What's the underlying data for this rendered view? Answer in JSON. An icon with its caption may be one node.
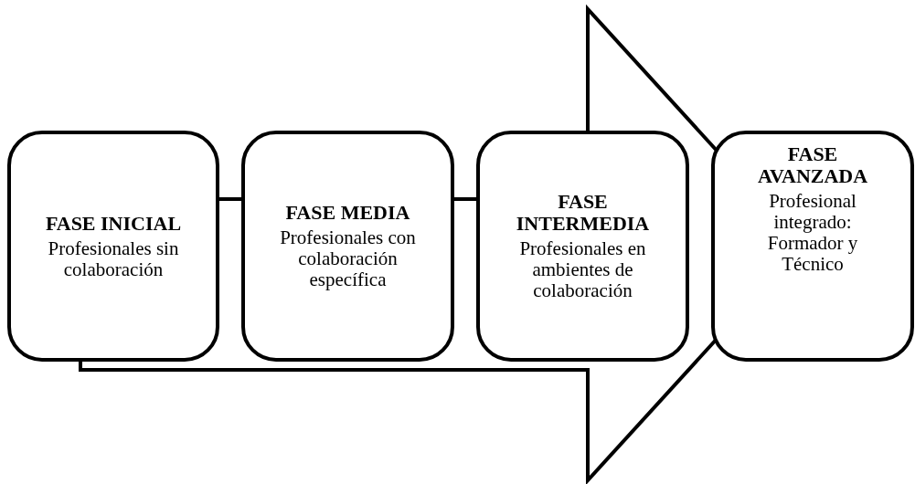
{
  "diagram": {
    "nodes": [
      {
        "text": [
          "FASE INICIAL",
          "Profesionales sin colaboración"
        ]
      },
      {
        "text": [
          "FASE MEDIA",
          "Profesionales con colaboración específica"
        ]
      },
      {
        "text": [
          "FASE INTERMEDIA",
          "Profesionales en ambientes de colaboración"
        ]
      },
      {
        "text": [
          "FASE AVANZADA",
          "Profesional integrado: Formador y Técnico"
        ]
      }
    ],
    "edges": [
      {
        "from": 0,
        "to": 3,
        "arrow": "to"
      }
    ]
  }
}
